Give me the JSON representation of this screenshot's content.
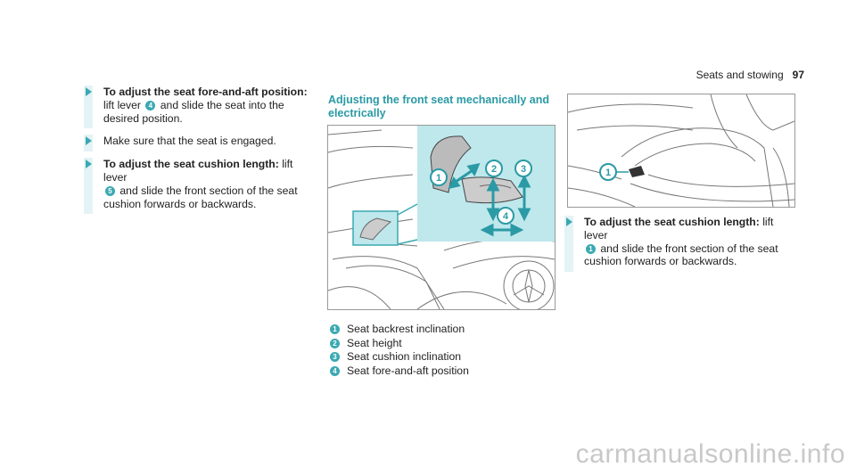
{
  "header": {
    "section": "Seats and stowing",
    "page_number": "97"
  },
  "col1": {
    "steps": [
      {
        "bold": "To adjust the seat fore-and-aft position:",
        "pre": "lift lever",
        "num": "4",
        "post": "and slide the seat into the desired position."
      },
      {
        "text": "Make sure that the seat is engaged."
      },
      {
        "bold": "To adjust the seat cushion length:",
        "pre": "lift lever",
        "num": "5",
        "post": "and slide the front section of the seat cushion forwards or backwards."
      }
    ]
  },
  "col2": {
    "title": "Adjusting the front seat mechanically and electrically",
    "figure_callouts": [
      "1",
      "2",
      "3",
      "4"
    ],
    "legend": [
      {
        "num": "1",
        "label": "Seat backrest inclination"
      },
      {
        "num": "2",
        "label": "Seat height"
      },
      {
        "num": "3",
        "label": "Seat cushion inclination"
      },
      {
        "num": "4",
        "label": "Seat fore-and-aft position"
      }
    ]
  },
  "col3": {
    "figure_callouts": [
      "1"
    ],
    "step": {
      "bold": "To adjust the seat cushion length:",
      "pre": "lift lever",
      "num": "1",
      "post": "and slide the front section of the seat cushion forwards or backwards."
    }
  },
  "colors": {
    "accent": "#3aa9b2",
    "title": "#2a9aa5",
    "highlight": "#bfe8ec",
    "stepbar": "#e4f3f5"
  },
  "watermark": "carmanualsonline.info"
}
